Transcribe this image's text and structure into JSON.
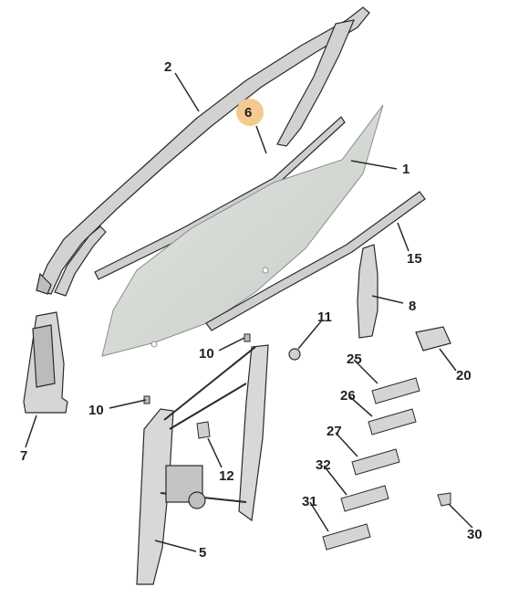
{
  "diagram": {
    "highlighted_callout": "6",
    "highlight_color": "#f6c98f",
    "part_fill_color": "#d9d9d9",
    "glass_fill_color": "#d5d9d5",
    "outline_color": "#2a2a2a",
    "callouts": {
      "c1": "1",
      "c2": "2",
      "c5": "5",
      "c6": "6",
      "c7": "7",
      "c8": "8",
      "c10a": "10",
      "c10b": "10",
      "c11": "11",
      "c12": "12",
      "c15": "15",
      "c20": "20",
      "c25": "25",
      "c26": "26",
      "c27": "27",
      "c30": "30",
      "c31": "31",
      "c32": "32"
    }
  }
}
